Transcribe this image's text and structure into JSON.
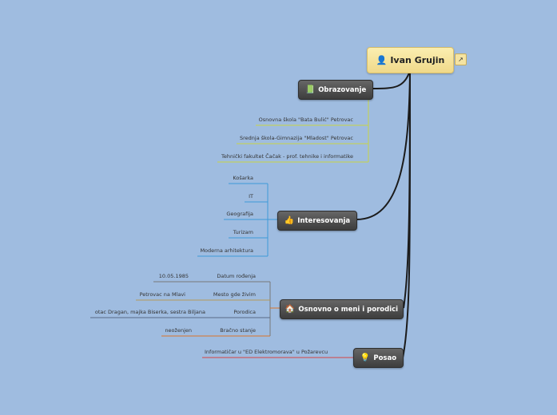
{
  "root": {
    "label": "Ivan Grujin",
    "icon": "person-icon"
  },
  "topics": {
    "education": {
      "label": "Obrazovanje",
      "icon": "book-icon",
      "color": "#c8d444",
      "items": [
        "Osnovna škola \"Bata Bulić\" Petrovac",
        "Srednja škola-Gimnazija \"Mladost\" Petrovac",
        "Tehnički fakultet Čačak - prof. tehnike i informatike"
      ]
    },
    "interests": {
      "label": "Interesovanja",
      "icon": "thumbs-up-icon",
      "color": "#3d9ad8",
      "items": [
        "Košarka",
        "IT",
        "Geografija",
        "Turizam",
        "Moderna arhitektura"
      ]
    },
    "about": {
      "label": "Osnovno o meni i porodici",
      "icon": "home-icon",
      "color": "#d8742a",
      "rows": [
        {
          "key": "Datum rođenja",
          "value": "10.05.1985"
        },
        {
          "key": "Mesto gde živim",
          "value": "Petrovac na Mlavi"
        },
        {
          "key": "Porodica",
          "value": "otac Dragan, majka Biserka, sestra Biljana"
        },
        {
          "key": "Bračno stanje",
          "value": "neoženjen"
        }
      ]
    },
    "job": {
      "label": "Posao",
      "icon": "lightbulb-icon",
      "color": "#d64545",
      "items": [
        "Informatičar u \"ED Elektromorava\" u Požarevcu"
      ]
    }
  }
}
